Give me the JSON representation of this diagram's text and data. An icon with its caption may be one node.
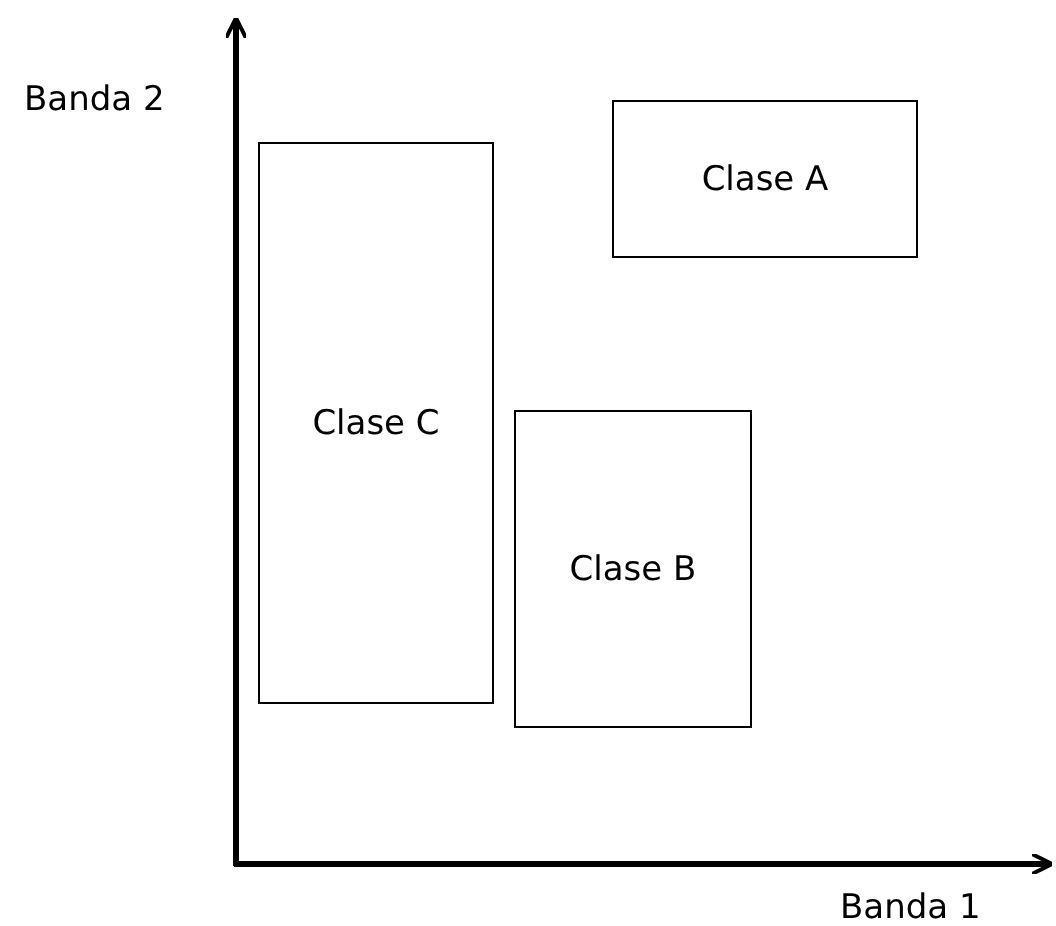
{
  "diagram": {
    "nodes": [
      {
        "text": [
          "Clase A"
        ]
      },
      {
        "text": [
          "Clase C"
        ]
      },
      {
        "text": [
          "Clase B"
        ]
      }
    ],
    "labels": [
      "Banda 2",
      "Banda 1"
    ]
  }
}
